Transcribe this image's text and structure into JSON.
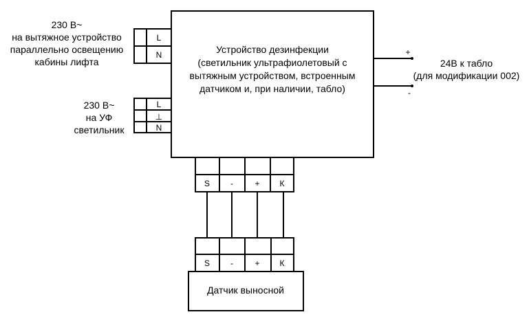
{
  "diagram": {
    "main_device": {
      "lines": [
        "Устройство дезинфекции",
        "(светильник ультрафиолетовый с",
        "вытяжным устройством, встроенным",
        "датчиком и, при наличии, табло)"
      ]
    },
    "input_fan": {
      "lines": [
        "230 В~",
        "на вытяжное устройство",
        "параллельно освещению",
        "кабины лифта"
      ],
      "terminals": [
        "L",
        "N"
      ]
    },
    "input_uv": {
      "lines": [
        "230 В~",
        "на УФ",
        "светильник"
      ],
      "terminals": [
        "L",
        "⊥",
        "N"
      ]
    },
    "output_display": {
      "plus": "+",
      "minus": "-",
      "lines": [
        "24В к табло",
        "(для модификации 002)"
      ]
    },
    "device_terminals": [
      "S",
      "-",
      "+",
      "К"
    ],
    "sensor_terminals": [
      "S",
      "-",
      "+",
      "К"
    ],
    "sensor": {
      "label": "Датчик выносной"
    }
  }
}
